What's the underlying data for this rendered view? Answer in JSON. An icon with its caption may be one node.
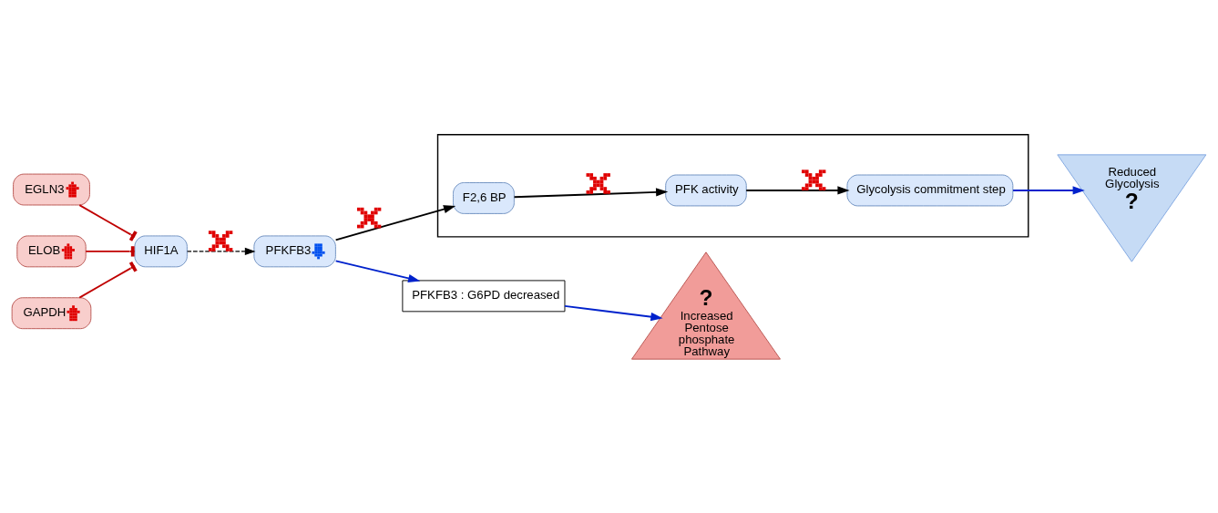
{
  "diagram": {
    "nodes": [
      {
        "text": [
          "EGLN3"
        ]
      },
      {
        "text": [
          "ELOB"
        ]
      },
      {
        "text": [
          "GAPDH"
        ]
      },
      {
        "text": [
          "HIF1A"
        ]
      },
      {
        "text": [
          "PFKFB3"
        ]
      },
      {
        "text": [],
        "shape": "box"
      },
      {
        "text": [
          "F2,6 BP"
        ],
        "in": 5
      },
      {
        "text": [
          "PFK activity"
        ],
        "in": 5
      },
      {
        "text": [
          "Glycolysis commitment step"
        ],
        "in": 5
      },
      {
        "text": [
          "Reduced Glycolysis",
          "?"
        ]
      },
      {
        "text": [
          "PFKFB3 : G6PD decreased"
        ]
      },
      {
        "text": [
          "?",
          "Increased Pentose phosphate Pathway"
        ]
      }
    ],
    "edges": [
      {
        "from": 0,
        "to": 3,
        "arrow": "other",
        "color": "#c00000"
      },
      {
        "from": 1,
        "to": 3,
        "arrow": "other",
        "color": "#c00000"
      },
      {
        "from": 2,
        "to": 3,
        "arrow": "other",
        "color": "#c00000"
      },
      {
        "from": 3,
        "to": 4,
        "arrow": "to",
        "style": "dashed"
      },
      {
        "from": 4,
        "to": 6,
        "arrow": "to"
      },
      {
        "from": 6,
        "to": 7,
        "arrow": "to"
      },
      {
        "from": 7,
        "to": 8,
        "arrow": "to"
      },
      {
        "from": 8,
        "to": 9,
        "arrow": "to",
        "color": "#0022cc"
      },
      {
        "from": 4,
        "to": 10,
        "arrow": "to",
        "color": "#0022cc"
      },
      {
        "from": 10,
        "to": 11,
        "arrow": "to",
        "color": "#0022cc"
      }
    ]
  }
}
